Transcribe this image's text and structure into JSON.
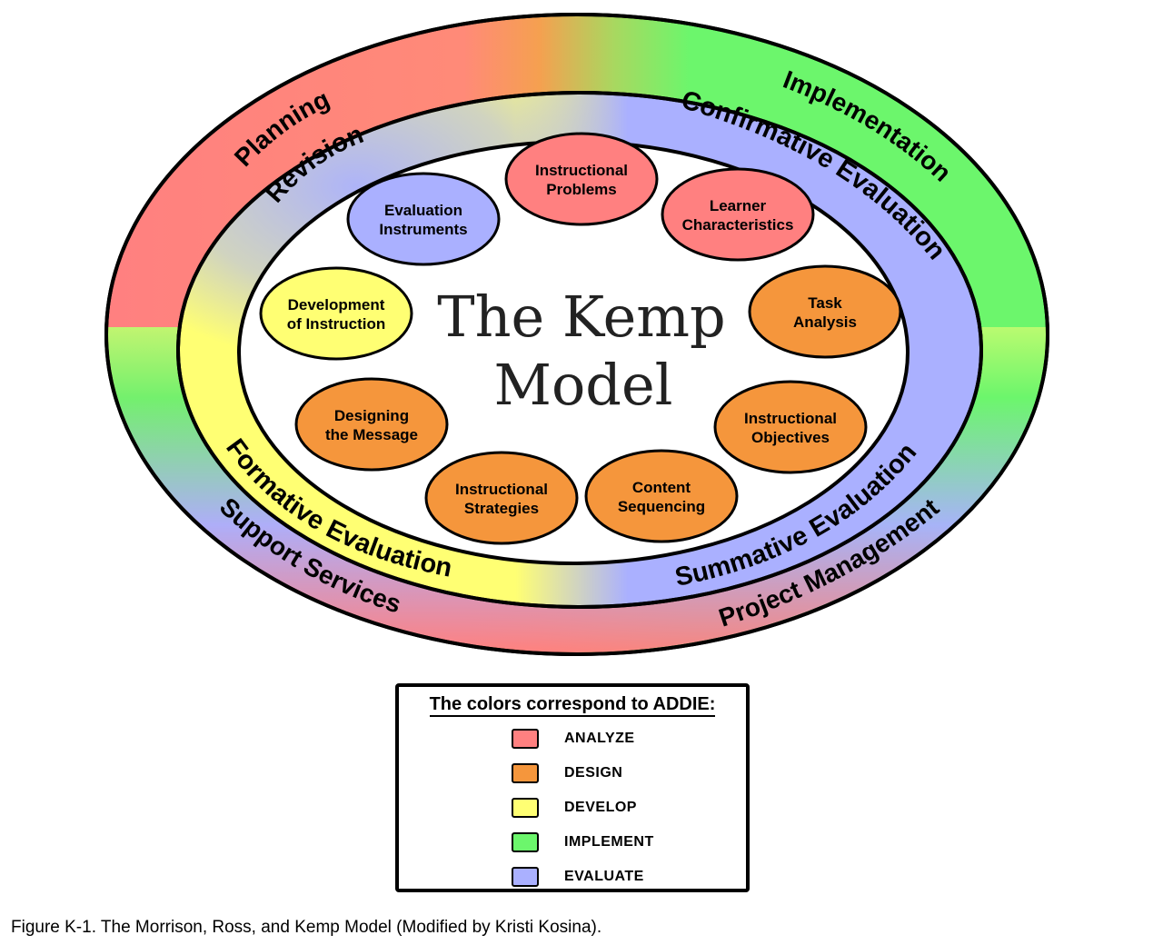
{
  "outer_ring": {
    "planning": "Planning",
    "implementation": "Implementation",
    "support_services": "Support Services",
    "project_management": "Project Management"
  },
  "middle_ring": {
    "revision": "Revision",
    "confirmative_evaluation": "Confirmative Evaluation",
    "formative_evaluation": "Formative Evaluation",
    "summative_evaluation": "Summative Evaluation"
  },
  "center": {
    "line1": "The Kemp",
    "line2": "Model"
  },
  "nodes": [
    {
      "id": "instructional-problems",
      "lines": [
        "Instructional",
        "Problems"
      ],
      "color": "#ff8080"
    },
    {
      "id": "learner-characteristics",
      "lines": [
        "Learner",
        "Characteristics"
      ],
      "color": "#ff8080"
    },
    {
      "id": "task-analysis",
      "lines": [
        "Task",
        "Analysis"
      ],
      "color": "#f5963c"
    },
    {
      "id": "instructional-objectives",
      "lines": [
        "Instructional",
        "Objectives"
      ],
      "color": "#f5963c"
    },
    {
      "id": "content-sequencing",
      "lines": [
        "Content",
        "Sequencing"
      ],
      "color": "#f5963c"
    },
    {
      "id": "instructional-strategies",
      "lines": [
        "Instructional",
        "Strategies"
      ],
      "color": "#f5963c"
    },
    {
      "id": "designing-the-message",
      "lines": [
        "Designing",
        "the Message"
      ],
      "color": "#f5963c"
    },
    {
      "id": "development-of-instruction",
      "lines": [
        "Development",
        "of Instruction"
      ],
      "color": "#ffff73"
    },
    {
      "id": "evaluation-instruments",
      "lines": [
        "Evaluation",
        "Instruments"
      ],
      "color": "#aab0ff"
    }
  ],
  "legend": {
    "title": "The colors correspond to ADDIE:",
    "items": [
      {
        "label": "ANALYZE",
        "color": "#ff8080"
      },
      {
        "label": "DESIGN",
        "color": "#f5963c"
      },
      {
        "label": "DEVELOP",
        "color": "#ffff73"
      },
      {
        "label": "IMPLEMENT",
        "color": "#6cf66c"
      },
      {
        "label": "EVALUATE",
        "color": "#aab0ff"
      }
    ]
  },
  "caption": "Figure K-1. The Morrison, Ross, and Kemp Model (Modified by Kristi Kosina).",
  "colors": {
    "analyze": "#ff8080",
    "design": "#f5963c",
    "develop": "#ffff73",
    "implement": "#6cf66c",
    "evaluate": "#aab0ff"
  }
}
